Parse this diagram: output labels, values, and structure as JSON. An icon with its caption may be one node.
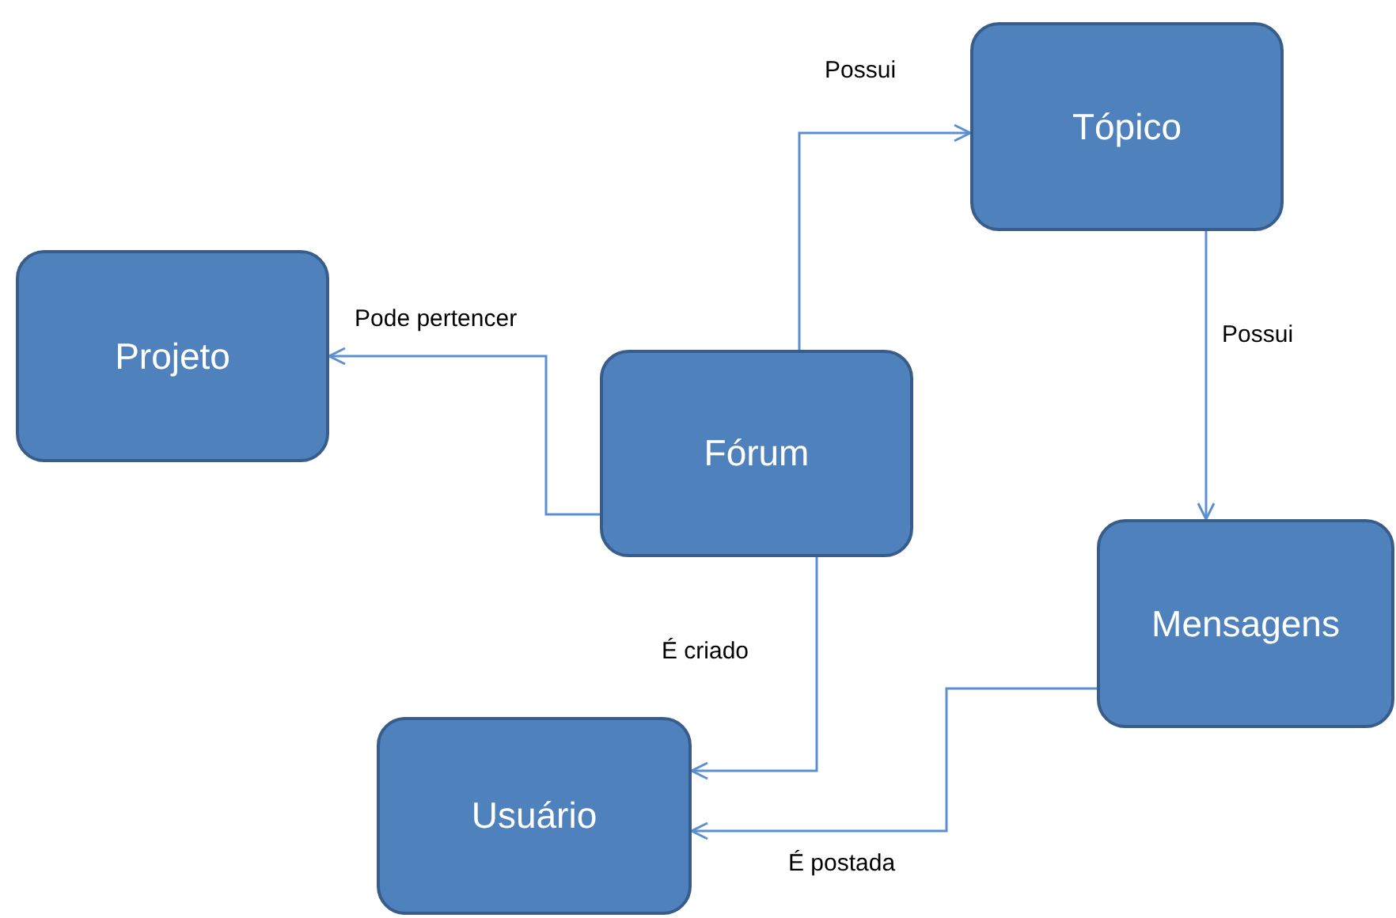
{
  "diagram": {
    "nodes": [
      {
        "text": [
          "Projeto"
        ]
      },
      {
        "text": [
          "Tópico"
        ]
      },
      {
        "text": [
          "Fórum"
        ]
      },
      {
        "text": [
          "Mensagens"
        ]
      },
      {
        "text": [
          "Usuário"
        ]
      }
    ],
    "edges": [
      {
        "from": 2,
        "to": 0,
        "arrow": "to",
        "label": "Pode pertencer"
      },
      {
        "from": 2,
        "to": 1,
        "arrow": "to",
        "label": "Possui"
      },
      {
        "from": 1,
        "to": 3,
        "arrow": "to",
        "label": "Possui"
      },
      {
        "from": 2,
        "to": 4,
        "arrow": "to",
        "label": "É criado"
      },
      {
        "from": 3,
        "to": 4,
        "arrow": "to",
        "label": "É postada"
      }
    ]
  }
}
